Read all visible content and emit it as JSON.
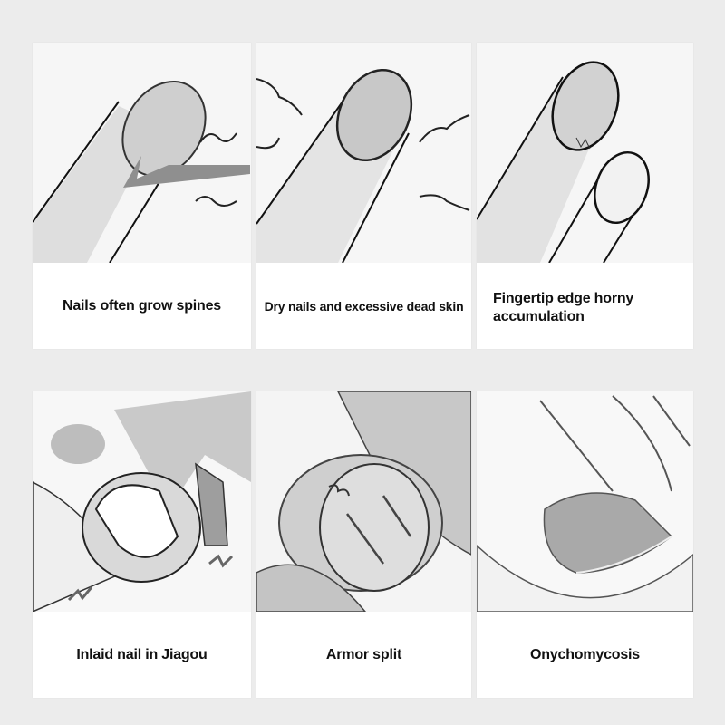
{
  "grid": {
    "rows": 2,
    "columns": 3,
    "background": "#ececec",
    "panels": [
      {
        "caption": "Nails often grow spines",
        "illustration": "finger-nail-hangnail-spine"
      },
      {
        "caption": "Dry nails and excessive dead skin",
        "illustration": "finger-dry-nail-skin"
      },
      {
        "caption": "Fingertip edge horny accumulation",
        "illustration": "two-fingers-cuticle-buildup"
      },
      {
        "caption": "Inlaid nail in Jiagou",
        "illustration": "toe-ingrown-nail"
      },
      {
        "caption": "Armor split",
        "illustration": "toe-split-nail"
      },
      {
        "caption": "Onychomycosis",
        "illustration": "toe-fungal-nail"
      }
    ]
  }
}
